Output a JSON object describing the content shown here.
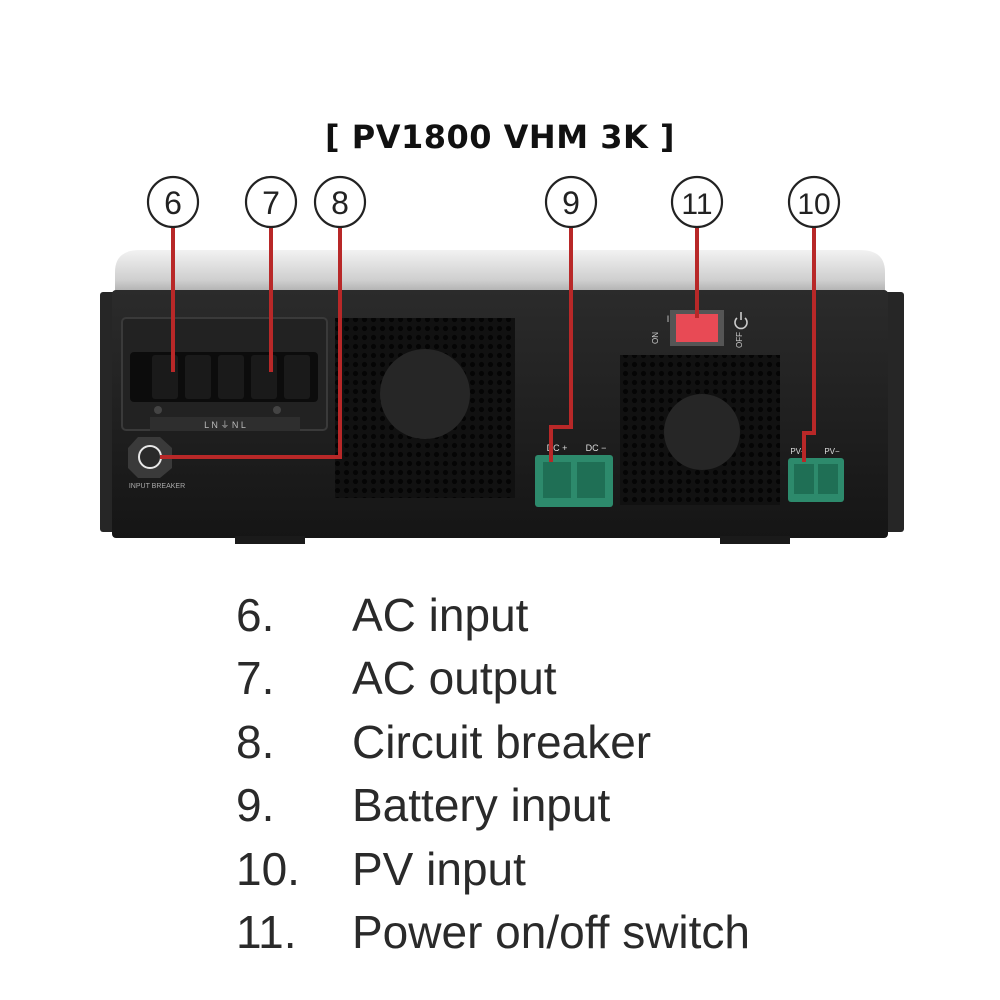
{
  "title": "[ PV1800 VHM 3K ]",
  "callouts": [
    {
      "num": "6",
      "label": "AC input"
    },
    {
      "num": "7",
      "label": "AC output"
    },
    {
      "num": "8",
      "label": "Circuit breaker"
    },
    {
      "num": "9",
      "label": "Battery input"
    },
    {
      "num": "11",
      "label": "Power on/off switch"
    },
    {
      "num": "10",
      "label": "PV input"
    }
  ],
  "legend": [
    {
      "num": "6.",
      "text": "AC input"
    },
    {
      "num": "7.",
      "text": "AC output"
    },
    {
      "num": "8.",
      "text": "Circuit breaker"
    },
    {
      "num": "9.",
      "text": "Battery input"
    },
    {
      "num": "10.",
      "text": "PV input"
    },
    {
      "num": "11.",
      "text": "Power on/off switch"
    }
  ],
  "panel_labels": {
    "terminal_block": "L   N   ⏚   N   L",
    "input_breaker": "INPUT BREAKER",
    "dc_plus": "DC +",
    "dc_minus": "DC −",
    "switch_on": "ON",
    "switch_on_mark": "I",
    "switch_off": "OFF",
    "pv_plus": "PV+",
    "pv_minus": "PV−"
  },
  "colors": {
    "leader": "#b82828",
    "chassis": "#1e1e1e",
    "top_cover": "#d8d8d8",
    "terminal_green": "#2d8a6c",
    "switch_red": "#e84a55"
  }
}
